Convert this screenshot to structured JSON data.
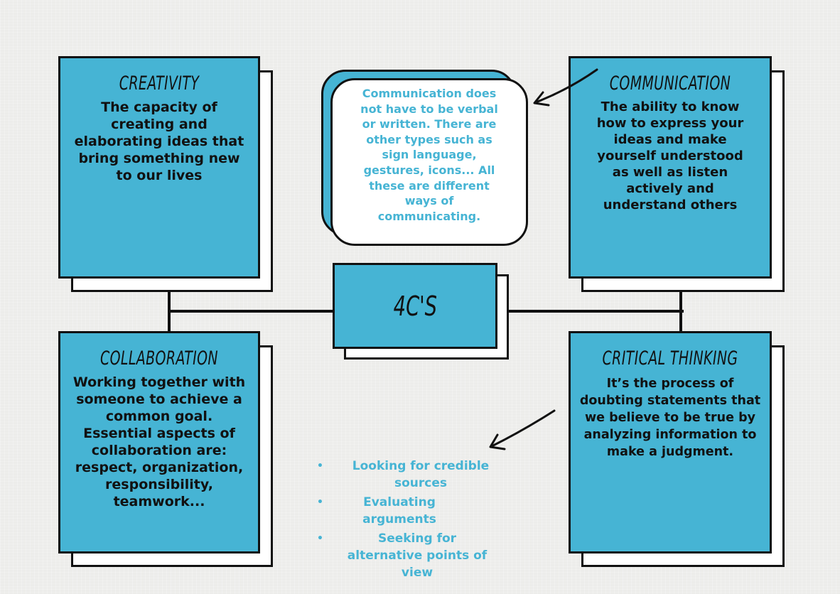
{
  "center": {
    "label": "4C'S"
  },
  "cards": {
    "creativity": {
      "title": "CREATIVITY",
      "lines": [
        "The capacity of",
        "creating and",
        "elaborating ideas that",
        "bring something new",
        "to our lives"
      ]
    },
    "communication": {
      "title": "COMMUNICATION",
      "lines": [
        "The ability to know",
        "how to express your",
        "ideas and make",
        "yourself understood",
        "as well as listen",
        "actively and",
        "understand others"
      ]
    },
    "collaboration": {
      "title": "COLLABORATION",
      "lines": [
        "Working together with",
        "someone to achieve a",
        "common goal.",
        "Essential aspects of",
        "collaboration are:",
        "respect, organization,",
        "responsibility,",
        "teamwork..."
      ]
    },
    "critical_thinking": {
      "title": "CRITICAL THINKING",
      "lines": [
        "It’s the process of",
        "doubting statements that",
        "we believe to be true by",
        "analyzing information to",
        "make a judgment."
      ]
    }
  },
  "communication_note": {
    "lines": [
      "Communication does",
      "not have to be verbal",
      "or written. There are",
      "other types such as",
      "sign language,",
      "gestures, icons... All",
      "these are different",
      "ways of",
      "communicating."
    ]
  },
  "critical_thinking_list": {
    "items": [
      {
        "bullet": "•",
        "lines": [
          "Looking for credible",
          "sources"
        ]
      },
      {
        "bullet": "•",
        "lines": [
          "Evaluating",
          "arguments"
        ]
      },
      {
        "bullet": "•",
        "lines": [
          "Seeking for",
          "alternative points of",
          "view"
        ]
      }
    ]
  },
  "colors": {
    "card_fill": "#46b4d4",
    "outline": "#111111",
    "accent_text": "#46b4d4",
    "background": "#eeeeec"
  }
}
